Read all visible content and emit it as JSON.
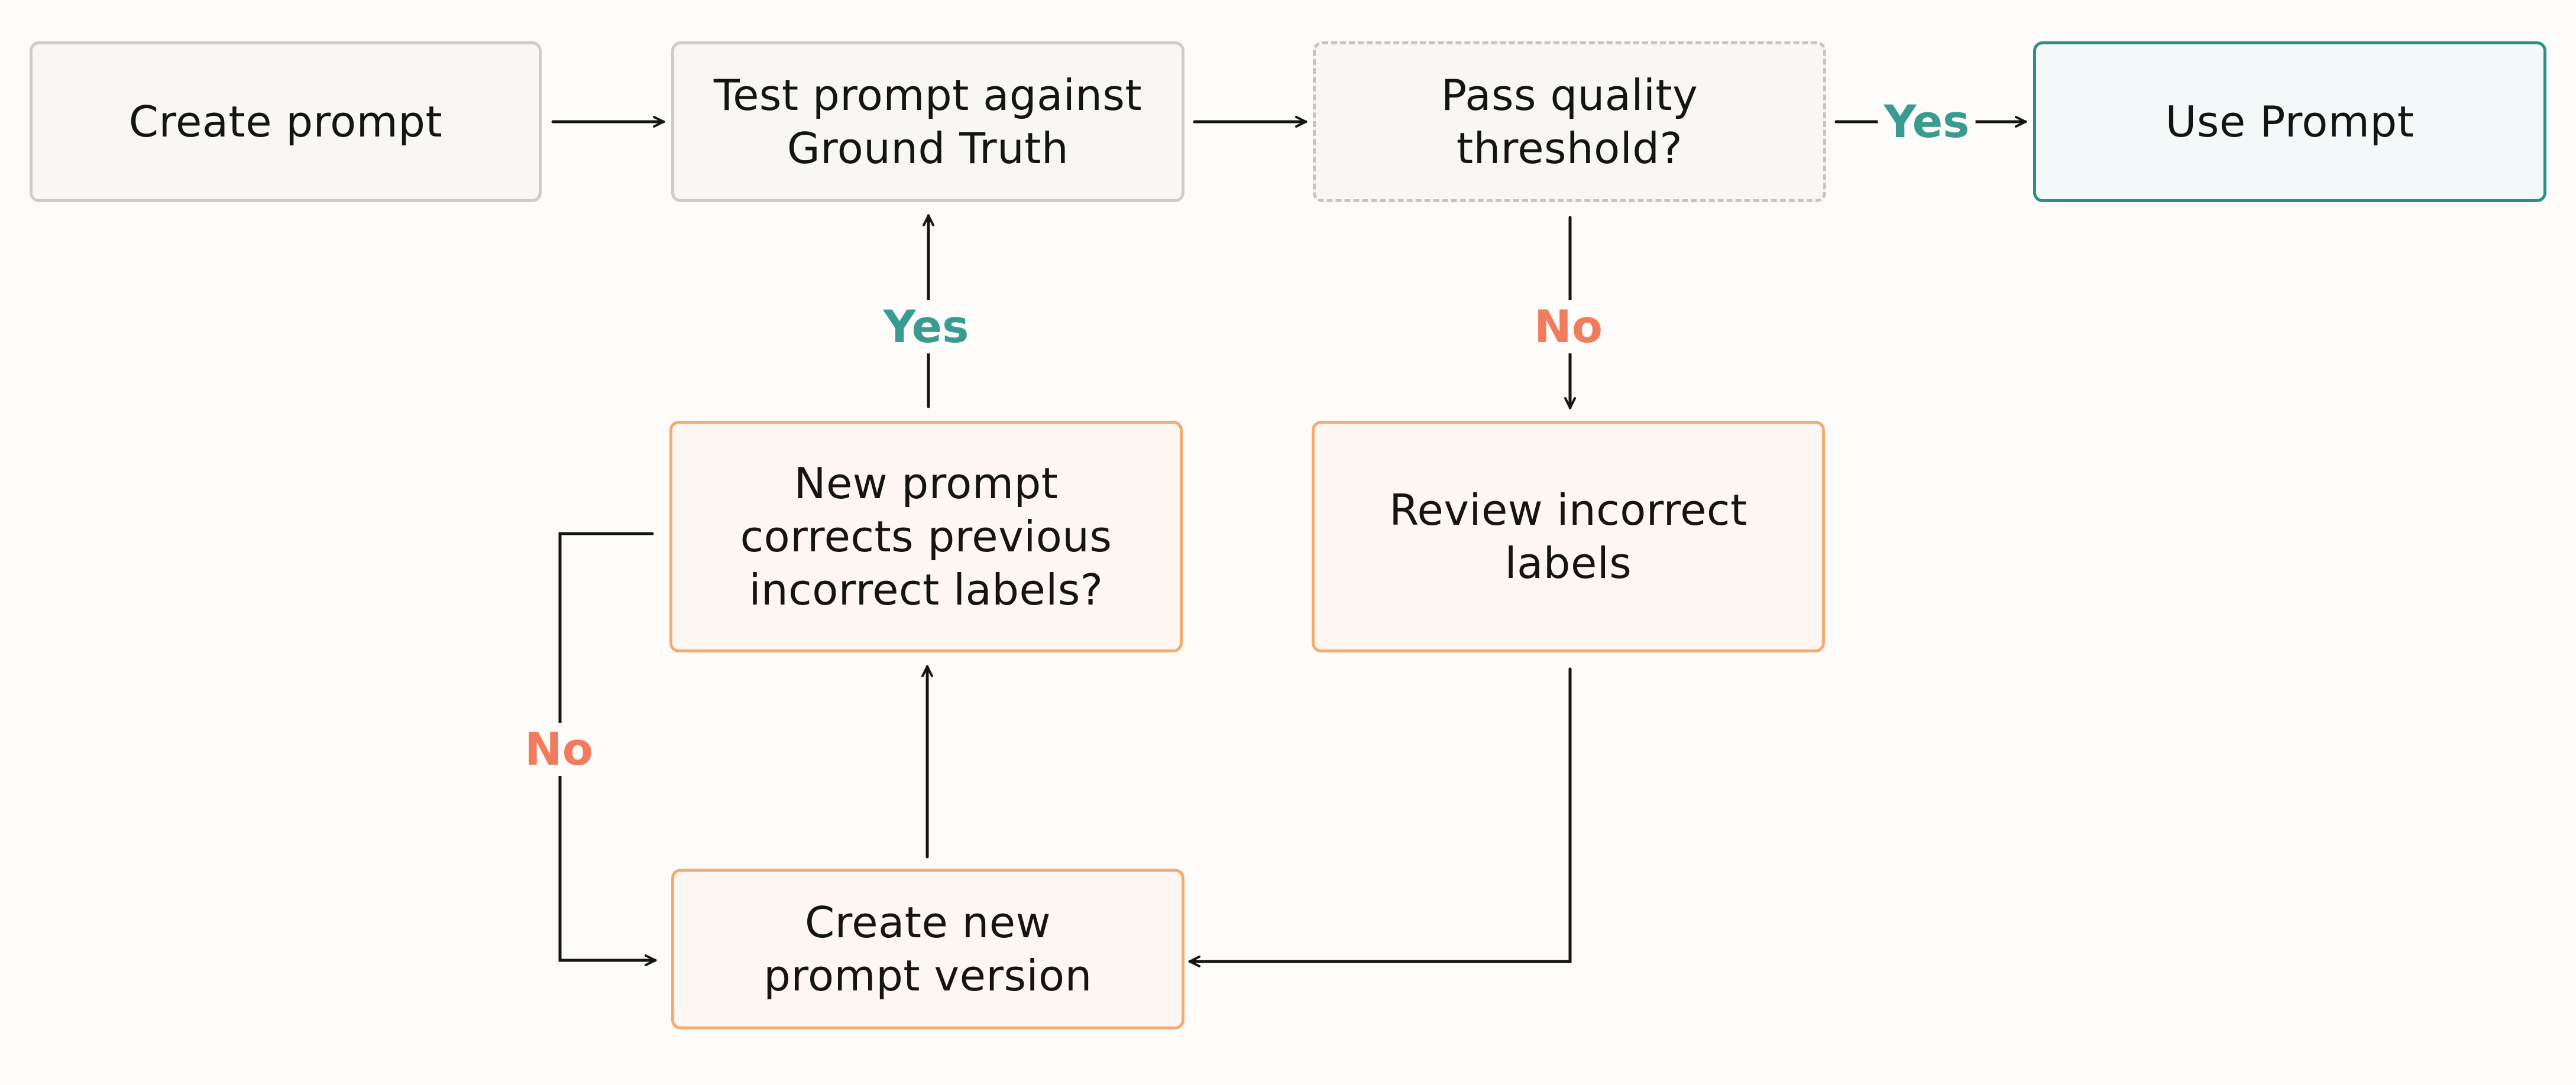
{
  "nodes": {
    "create_prompt": [
      "Create prompt"
    ],
    "test_prompt": [
      "Test prompt against",
      "Ground Truth"
    ],
    "pass_quality": [
      "Pass quality",
      "threshold?"
    ],
    "use_prompt": [
      "Use Prompt"
    ],
    "new_prompt_corrects": [
      "New prompt",
      "corrects previous",
      "incorrect labels?"
    ],
    "review_incorrect": [
      "Review incorrect",
      "labels"
    ],
    "create_new_version": [
      "Create new",
      "prompt version"
    ]
  },
  "edge_labels": {
    "pass_to_use": "Yes",
    "pass_to_review": "No",
    "corrects_to_test": "Yes",
    "corrects_to_new_version": "No"
  },
  "colors": {
    "yes": "#3a9b91",
    "no": "#f07c5d",
    "line": "#141413",
    "success_border": "#2f8f86",
    "warn_border": "#f5ab70",
    "neutral_border": "#cfccc4"
  }
}
